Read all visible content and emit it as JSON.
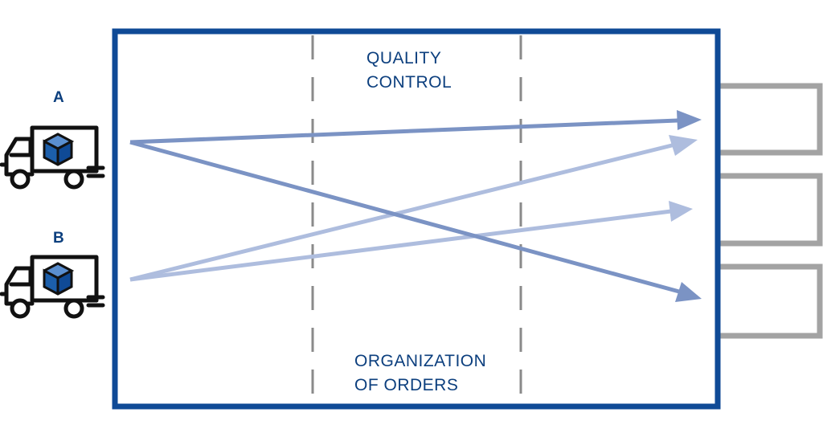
{
  "labels": {
    "quality_control_line1": "QUALITY",
    "quality_control_line2": "CONTROL",
    "organization_line1": "ORGANIZATION",
    "organization_line2": "OF ORDERS"
  },
  "trucks": [
    {
      "label": "A",
      "icon": "delivery-truck-icon"
    },
    {
      "label": "B",
      "icon": "delivery-truck-icon"
    }
  ],
  "colors": {
    "frame": "#0f4a96",
    "text": "#0c3f7e",
    "arrow_dark": "#7b93c4",
    "arrow_light": "#aebdde",
    "divider": "#8a8a8a",
    "docks": "#a3a3a3",
    "box": "#1c5fab"
  }
}
